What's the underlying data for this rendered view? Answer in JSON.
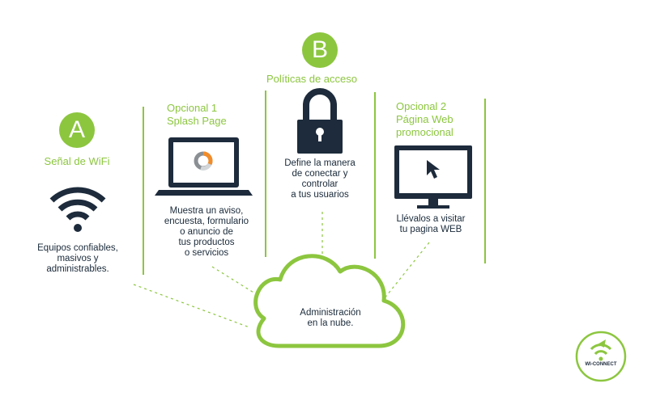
{
  "colors": {
    "accent_green": "#8cc63f",
    "navy": "#1d2b3c",
    "white": "#ffffff"
  },
  "section_a": {
    "badge": "A",
    "title": "Señal de WiFi",
    "icon": "wifi-icon",
    "description": "Equipos confiables,\nmasivos y\nadministrables."
  },
  "optional_1": {
    "title": "Opcional 1\nSplash Page",
    "icon": "laptop-icon",
    "description": "Muestra un aviso,\nencuesta, formulario\no anuncio de\ntus productos\no servicios"
  },
  "section_b": {
    "badge": "B",
    "title": "Políticas de acceso",
    "icon": "lock-icon",
    "description": "Define la manera\nde conectar y\ncontrolar\na tus usuarios"
  },
  "optional_2": {
    "title": "Opcional 2\nPágina Web\npromocional",
    "icon": "monitor-icon",
    "description": "Llévalos a visitar\ntu pagina WEB"
  },
  "cloud": {
    "icon": "cloud-icon",
    "text": "Administración\nen  la nube."
  },
  "logo": {
    "icon": "wi-connect-logo-icon",
    "text": "WI-CONNECT"
  }
}
